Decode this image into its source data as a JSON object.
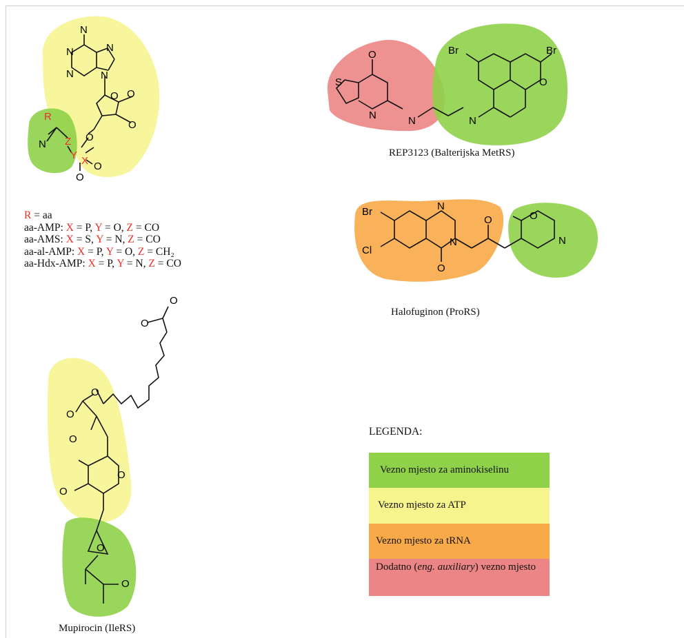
{
  "diagram": {
    "formula": {
      "line1": {
        "r": "R",
        "rest": " = aa"
      },
      "line2": {
        "prefix": "aa-AMP: ",
        "x": "X",
        "xv": " = P, ",
        "y": "Y",
        "yv": " = O, ",
        "z": "Z",
        "zv": " = CO"
      },
      "line3": {
        "prefix": "aa-AMS: ",
        "x": "X",
        "xv": " = S, ",
        "y": "Y",
        "yv": " = N, ",
        "z": "Z",
        "zv": " = CO"
      },
      "line4": {
        "prefix": "aa-al-AMP: ",
        "x": "X",
        "xv": " = P, ",
        "y": "Y",
        "yv": " = O, ",
        "z": "Z",
        "zv": " = CH₂"
      },
      "line5": {
        "prefix": "aa-Hdx-AMP: ",
        "x": "X",
        "xv": " = P, ",
        "y": "Y",
        "yv": " = N, ",
        "z": "Z",
        "zv": " = CO"
      }
    },
    "captions": {
      "rep3123": "REP3123 (Balterijska MetRS)",
      "halofuginon": "Halofuginon (ProRS)",
      "mupirocin": "Mupirocin (IleRS)"
    },
    "atoms": {
      "N": "N",
      "O": "O",
      "S": "S",
      "Br": "Br",
      "Cl": "Cl",
      "R": "R",
      "X": "X",
      "Y": "Y",
      "Z": "Z"
    },
    "legend": {
      "title": "LEGENDA:",
      "items": [
        {
          "text": "Vezno mjesto za aminokiselinu",
          "color": "#8fd24a"
        },
        {
          "text": "Vezno mjesto za ATP",
          "color": "#f6f48c"
        },
        {
          "text": "Vezno mjesto za tRNA",
          "color": "#f8a948"
        },
        {
          "text_a": "Dodatno (",
          "text_em": "eng. auxiliary",
          "text_b": ") vezno mjesto",
          "color": "#ec8585"
        }
      ]
    },
    "colors": {
      "green": "#8fd24a",
      "yellow": "#f6f48c",
      "orange": "#f8a948",
      "red": "#ec8585",
      "atom_red": "#e8302a"
    }
  }
}
